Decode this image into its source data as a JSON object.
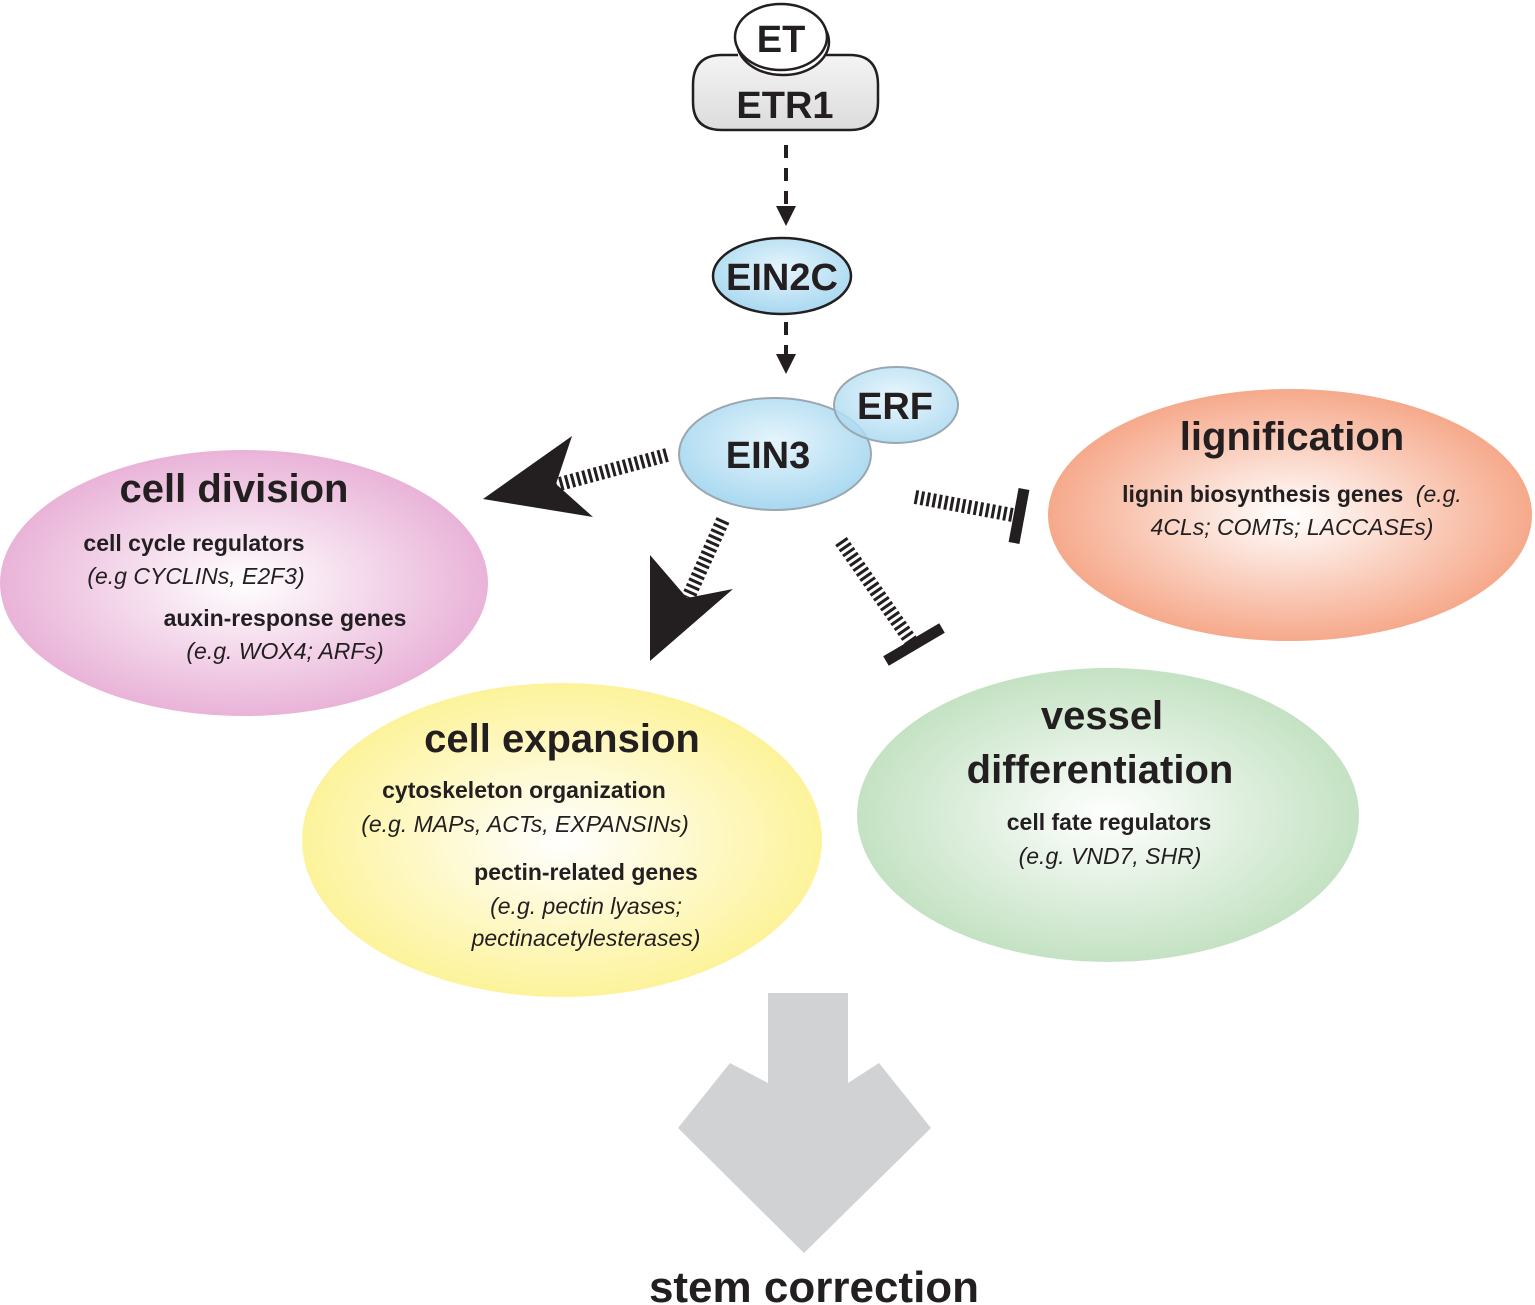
{
  "nodes": {
    "et": "ET",
    "etr1": "ETR1",
    "ein2c": "EIN2C",
    "ein3": "EIN3",
    "erf": "ERF"
  },
  "cell_division": {
    "title": "cell division",
    "items": [
      {
        "heading": "cell cycle regulators",
        "example": "(e.g CYCLINs, E2F3)"
      },
      {
        "heading": "auxin-response genes",
        "example": "(e.g. WOX4; ARFs)"
      }
    ]
  },
  "lignification": {
    "title": "lignification",
    "heading": "lignin biosynthesis genes",
    "example_inline": "(e.g.",
    "example_line2": "4CLs; COMTs;  LACCASEs)"
  },
  "cell_expansion": {
    "title": "cell expansion",
    "items": [
      {
        "heading": "cytoskeleton organization",
        "example": "(e.g. MAPs, ACTs, EXPANSINs)"
      },
      {
        "heading": "pectin-related genes",
        "example": "(e.g. pectin lyases;",
        "example_line2": "pectinacetylesterases)"
      }
    ]
  },
  "vessel_differentiation": {
    "title_line1": "vessel",
    "title_line2": "differentiation",
    "heading": "cell fate regulators",
    "example": "(e.g. VND7, SHR)"
  },
  "outcome": "stem correction",
  "colors": {
    "cell_division": "#e9b3d8",
    "lignification": "#f6a98b",
    "cell_expansion": "#fdf39b",
    "vessel_differentiation": "#c4e2c3",
    "ein_nodes": "#a8d8f0",
    "receptor": "#dcdcdc",
    "outcome_arrow": "#d1d2d4"
  }
}
